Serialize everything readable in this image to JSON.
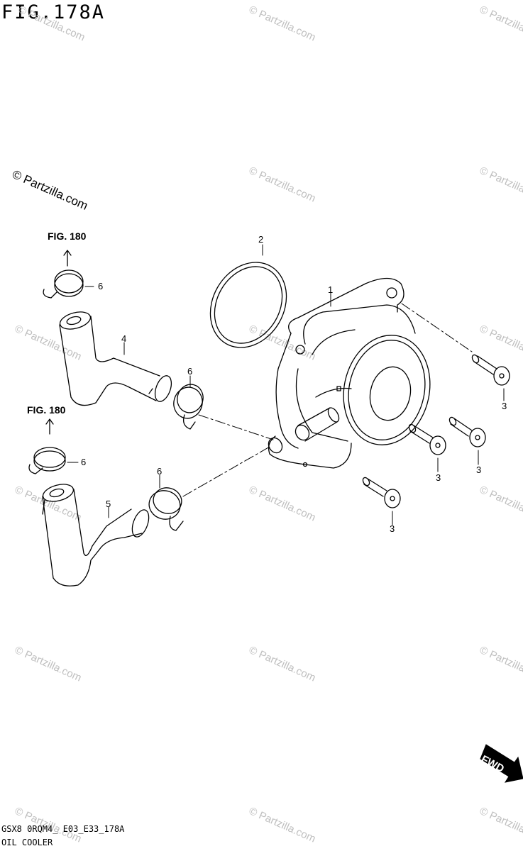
{
  "header": {
    "fig_title": "FIG.178A"
  },
  "references": {
    "upper": "FIG. 180",
    "lower": "FIG. 180"
  },
  "callouts": {
    "oil_cooler": "1",
    "o_ring": "2",
    "bolt_a": "3",
    "bolt_b": "3",
    "bolt_c": "3",
    "bolt_d": "3",
    "hose_upper": "4",
    "hose_lower": "5",
    "clamp_a": "6",
    "clamp_b": "6",
    "clamp_c": "6",
    "clamp_d": "6"
  },
  "watermark": {
    "main": "© Partzilla.com",
    "faint": "© Partzilla.com"
  },
  "footer": {
    "model_code": "GSX8 0RQM4_ E03_E33_178A",
    "part_name": "OIL COOLER"
  },
  "direction": {
    "label": "FWD"
  },
  "colors": {
    "line": "#000000",
    "watermark": "#bfbfbf",
    "background": "#ffffff"
  }
}
